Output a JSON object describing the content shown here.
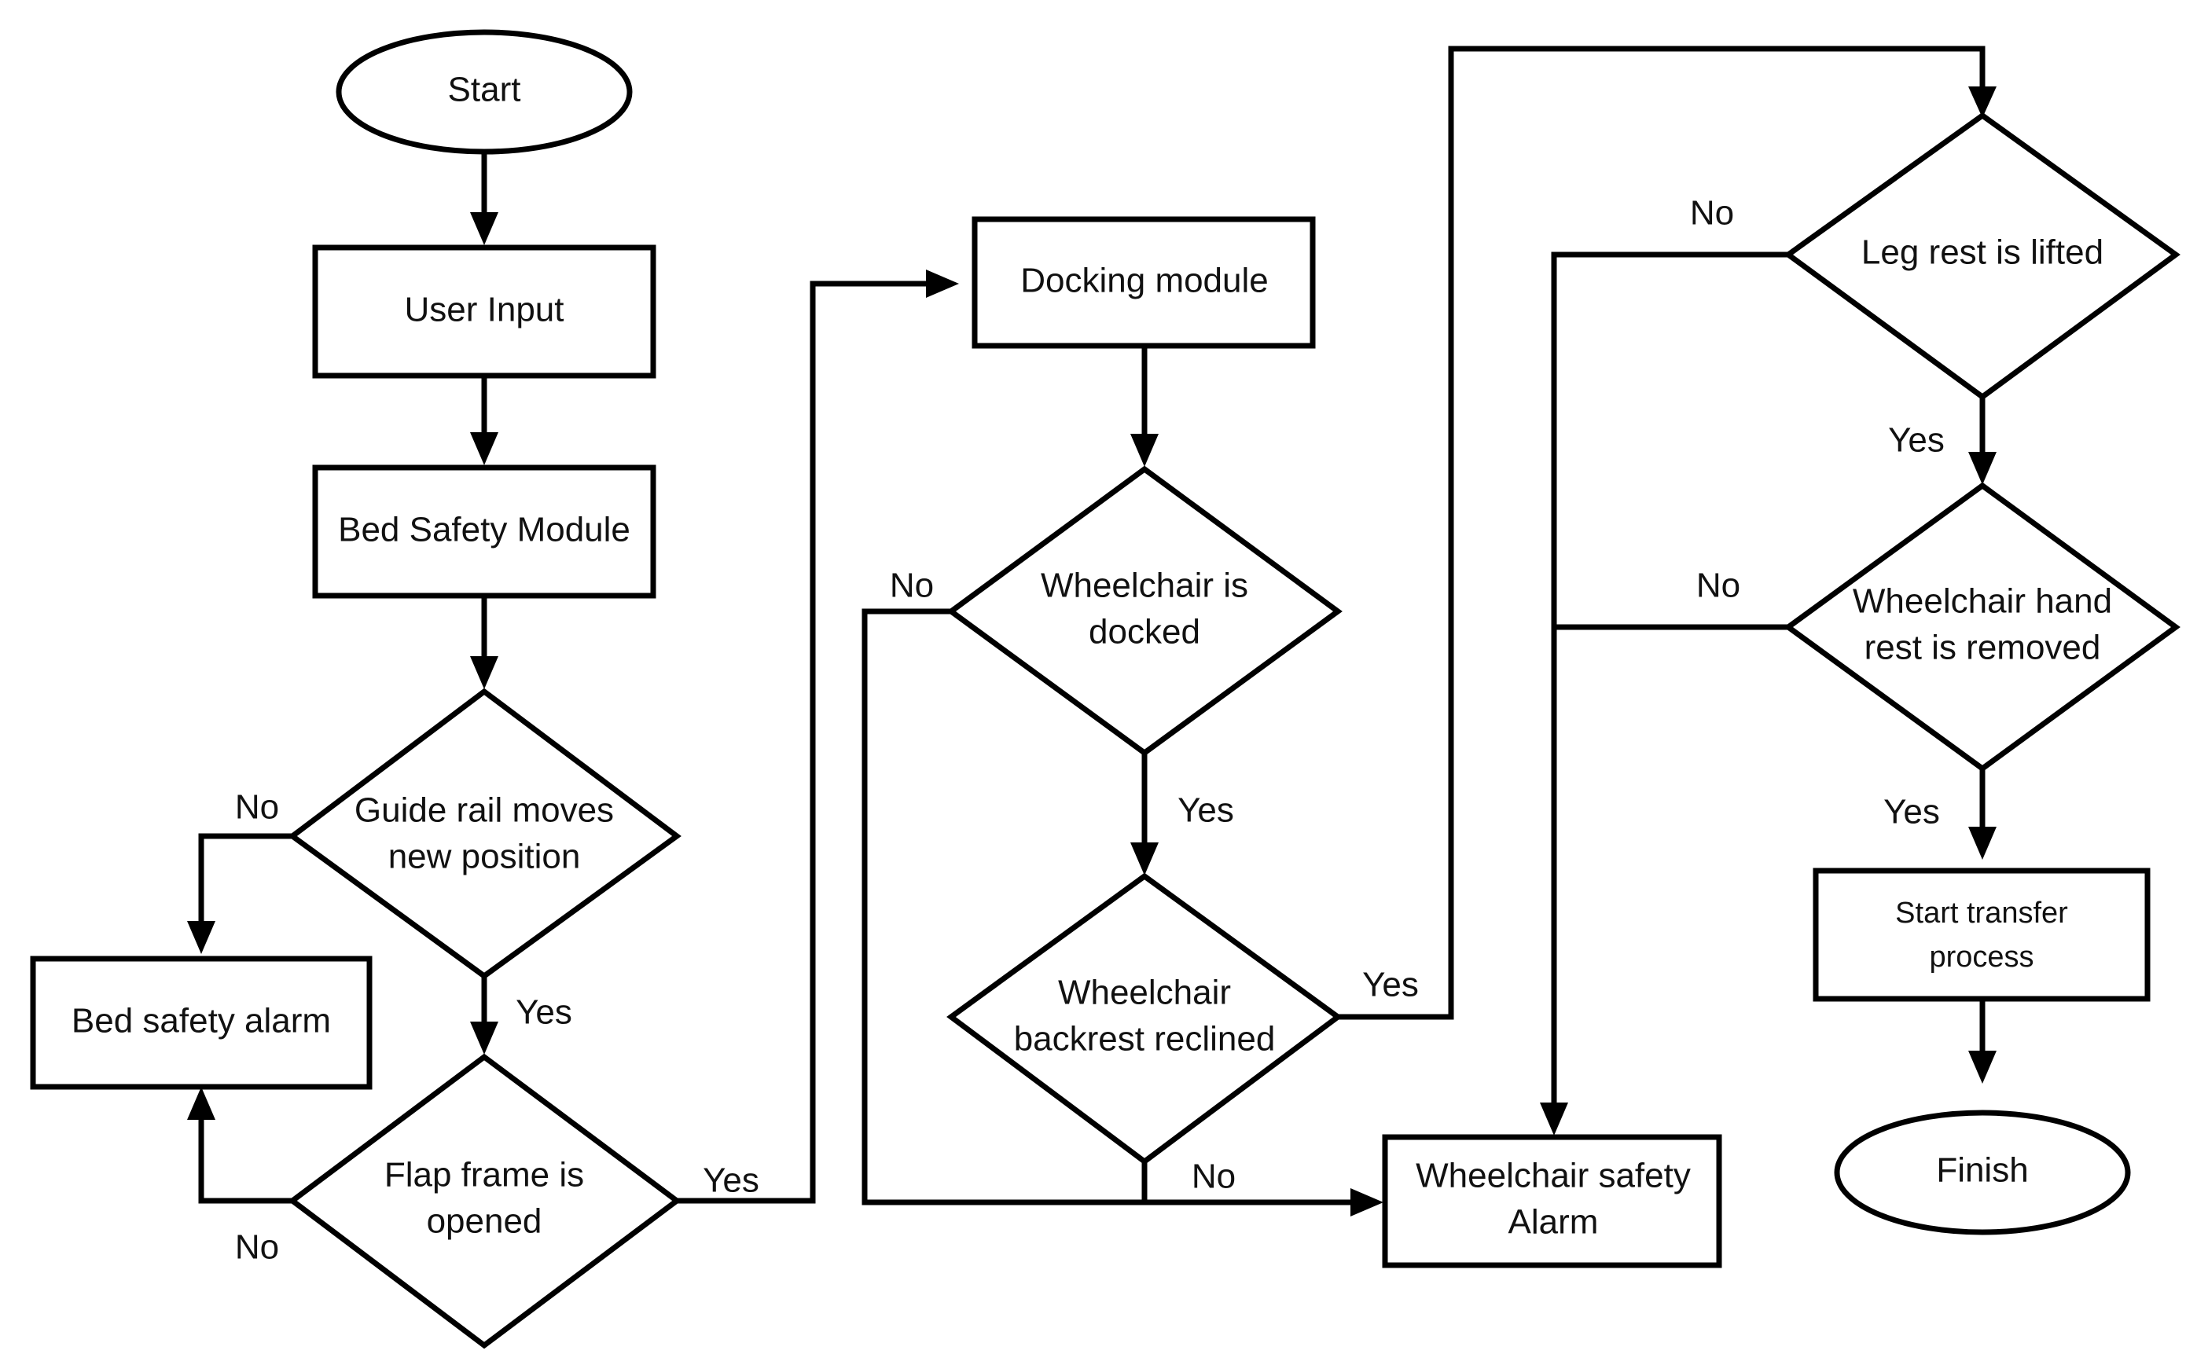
{
  "nodes": {
    "start": {
      "line1": "Start"
    },
    "user_input": {
      "line1": "User Input"
    },
    "bed_safety_module": {
      "line1": "Bed Safety Module"
    },
    "guide_rail": {
      "line1": "Guide rail moves",
      "line2": "new position"
    },
    "bed_safety_alarm": {
      "line1": "Bed safety alarm"
    },
    "flap_frame": {
      "line1": "Flap frame is",
      "line2": "opened"
    },
    "docking_module": {
      "line1": "Docking module"
    },
    "wheelchair_docked": {
      "line1": "Wheelchair is",
      "line2": "docked"
    },
    "backrest_reclined": {
      "line1": "Wheelchair",
      "line2": "backrest reclined"
    },
    "wheelchair_alarm": {
      "line1": "Wheelchair safety",
      "line2": "Alarm"
    },
    "leg_rest": {
      "line1": "Leg rest is lifted"
    },
    "hand_rest": {
      "line1": "Wheelchair hand",
      "line2": "rest is removed"
    },
    "start_transfer": {
      "line1": "Start transfer",
      "line2": "process"
    },
    "finish": {
      "line1": "Finish"
    }
  },
  "edge_labels": {
    "guide_rail_no": "No",
    "guide_rail_yes": "Yes",
    "flap_frame_no": "No",
    "flap_frame_yes": "Yes",
    "docked_no": "No",
    "docked_yes": "Yes",
    "backrest_yes": "Yes",
    "backrest_no": "No",
    "leg_rest_no": "No",
    "leg_rest_yes": "Yes",
    "hand_rest_no": "No",
    "hand_rest_yes": "Yes"
  },
  "colors": {
    "stroke": "#000000",
    "fill": "#ffffff",
    "text": "#111111"
  }
}
